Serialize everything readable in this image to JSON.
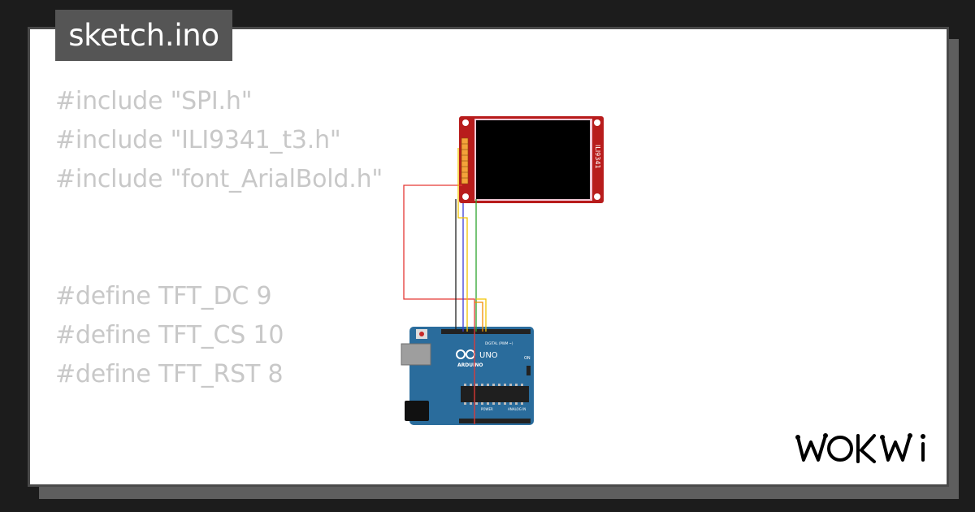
{
  "window": {
    "filename": "sketch.ino"
  },
  "code": {
    "lines": [
      "#include \"SPI.h\"",
      "#include \"ILI9341_t3.h\"",
      "#include \"font_ArialBold.h\"",
      "#define TFT_DC 9",
      "#define TFT_CS 10",
      "#define TFT_RST 8"
    ]
  },
  "display": {
    "label": "ILI9341"
  },
  "arduino": {
    "brand": "ARDUINO",
    "model": "UNO",
    "on_label": "ON",
    "digital_label": "DIGITAL (PWM ~)",
    "power_label": "POWER",
    "analog_label": "ANALOG IN"
  },
  "brand": {
    "logo_text": "WOKWi",
    "logo_icon": "wokwi-logo-icon"
  },
  "colors": {
    "wire_red": "#e53935",
    "wire_black": "#222222",
    "wire_blue": "#3b3bd6",
    "wire_green": "#2ea52e",
    "wire_yellow": "#f2c300",
    "wire_orange": "#f28c00",
    "board_blue": "#2a6c9c",
    "display_red": "#b81c1c"
  }
}
